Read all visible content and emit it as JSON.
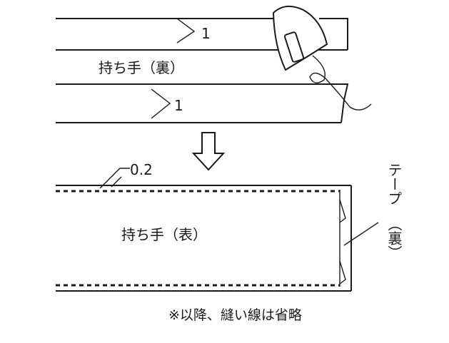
{
  "top_panel": {
    "fold_label_upper": "1",
    "fold_label_lower": "1",
    "handle_label": "持ち手（裏）"
  },
  "bottom_panel": {
    "seam_label": "0.2",
    "handle_label": "持ち手（表）",
    "tape_label_line1": "テープ",
    "tape_label_line2": "（裏）"
  },
  "note": "※以降、縫い線は省略"
}
